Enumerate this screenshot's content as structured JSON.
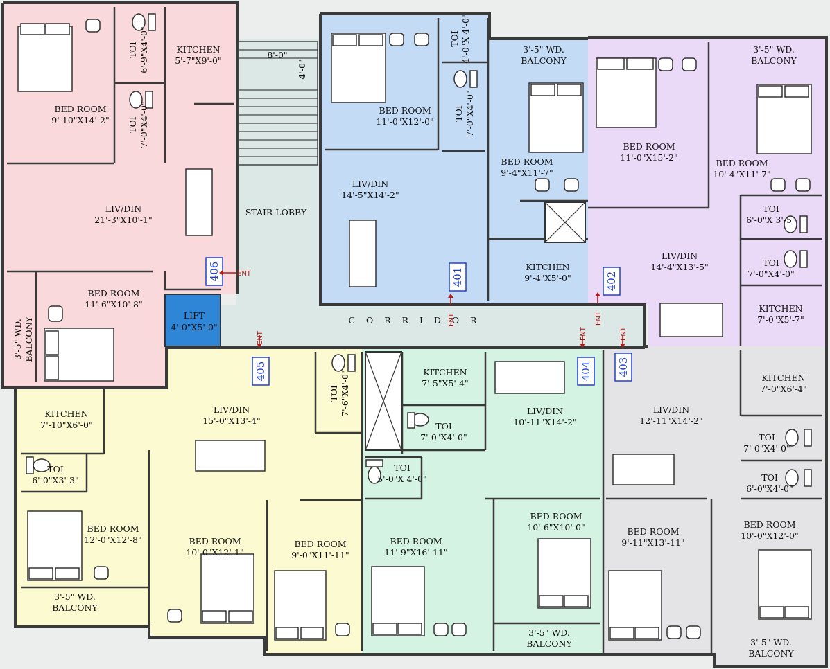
{
  "corridor_label": "C O R R I D O R",
  "stair_lobby": "STAIR LOBBY",
  "stair_dims": [
    "8'-0\"",
    "4'-0\""
  ],
  "lift": {
    "name": "LIFT",
    "dim": "4'-0\"X5'-0\""
  },
  "ent_label": "ENT",
  "colors": {
    "u406": "#f9d9dc",
    "u401": "#c4dbf6",
    "u402": "#ebdaf7",
    "u405": "#fbfad0",
    "u404": "#d5f3e3",
    "u403": "#e4e4e6",
    "lift": "#2f86d6",
    "lobby": "#dce8e6"
  },
  "units": [
    {
      "no": "406"
    },
    {
      "no": "401"
    },
    {
      "no": "402"
    },
    {
      "no": "405"
    },
    {
      "no": "404"
    },
    {
      "no": "403"
    }
  ],
  "rooms": [
    {
      "name": "BED ROOM",
      "dim": "9'-10\"X14'-2\""
    },
    {
      "name": "KITCHEN",
      "dim": "5'-7\"X9'-0\""
    },
    {
      "name": "TOI",
      "dim": "6'-9\"X4'-0\""
    },
    {
      "name": "TOI",
      "dim": "7'-0\"X4'-0\""
    },
    {
      "name": "LIV/DIN",
      "dim": "21'-3\"X10'-1\""
    },
    {
      "name": "BED ROOM",
      "dim": "11'-6\"X10'-8\""
    },
    {
      "name": "3'-5\" WD.",
      "dim": "BALCONY"
    },
    {
      "name": "BED ROOM",
      "dim": "11'-0\"X12'-0\""
    },
    {
      "name": "TOI",
      "dim": "4'-0\"X 4'-0\""
    },
    {
      "name": "TOI",
      "dim": "7'-0\"X4'-0\""
    },
    {
      "name": "LIV/DIN",
      "dim": "14'-5\"X14'-2\""
    },
    {
      "name": "3'-5\" WD.",
      "dim": "BALCONY"
    },
    {
      "name": "BED ROOM",
      "dim": "9'-4\"X11'-7\""
    },
    {
      "name": "KITCHEN",
      "dim": "9'-4\"X5'-0\""
    },
    {
      "name": "BED ROOM",
      "dim": "11'-0\"X15'-2\""
    },
    {
      "name": "3'-5\" WD.",
      "dim": "BALCONY"
    },
    {
      "name": "BED ROOM",
      "dim": "10'-4\"X11'-7\""
    },
    {
      "name": "TOI",
      "dim": "6'-0\"X 3'-5\""
    },
    {
      "name": "TOI",
      "dim": "7'-0\"X4'-0\""
    },
    {
      "name": "LIV/DIN",
      "dim": "14'-4\"X13'-5\""
    },
    {
      "name": "KITCHEN",
      "dim": "7'-0\"X5'-7\""
    },
    {
      "name": "KITCHEN",
      "dim": "7'-10\"X6'-0\""
    },
    {
      "name": "TOI",
      "dim": "6'-0\"X3'-3\""
    },
    {
      "name": "BED ROOM",
      "dim": "12'-0\"X12'-8\""
    },
    {
      "name": "3'-5\" WD.",
      "dim": "BALCONY"
    },
    {
      "name": "LIV/DIN",
      "dim": "15'-0\"X13'-4\""
    },
    {
      "name": "TOI",
      "dim": "7'-6\"X4'-0\""
    },
    {
      "name": "BED ROOM",
      "dim": "10'-0\"X12'-1\""
    },
    {
      "name": "BED ROOM",
      "dim": "9'-0\"X11'-11\""
    },
    {
      "name": "KITCHEN",
      "dim": "7'-5\"X5'-4\""
    },
    {
      "name": "TOI",
      "dim": "7'-0\"X4'-0\""
    },
    {
      "name": "TOI",
      "dim": "5'-0\"X 4'-0\""
    },
    {
      "name": "LIV/DIN",
      "dim": "10'-11\"X14'-2\""
    },
    {
      "name": "BED ROOM",
      "dim": "11'-9\"X16'-11\""
    },
    {
      "name": "BED ROOM",
      "dim": "10'-6\"X10'-0\""
    },
    {
      "name": "3'-5\" WD.",
      "dim": "BALCONY"
    },
    {
      "name": "LIV/DIN",
      "dim": "12'-11\"X14'-2\""
    },
    {
      "name": "KITCHEN",
      "dim": "7'-0\"X6'-4\""
    },
    {
      "name": "TOI",
      "dim": "7'-0\"X4'-0\""
    },
    {
      "name": "TOI",
      "dim": "6'-0\"X4'-0\""
    },
    {
      "name": "BED ROOM",
      "dim": "9'-11\"X13'-11\""
    },
    {
      "name": "BED ROOM",
      "dim": "10'-0\"X12'-0\""
    },
    {
      "name": "3'-5\" WD.",
      "dim": "BALCONY"
    }
  ]
}
